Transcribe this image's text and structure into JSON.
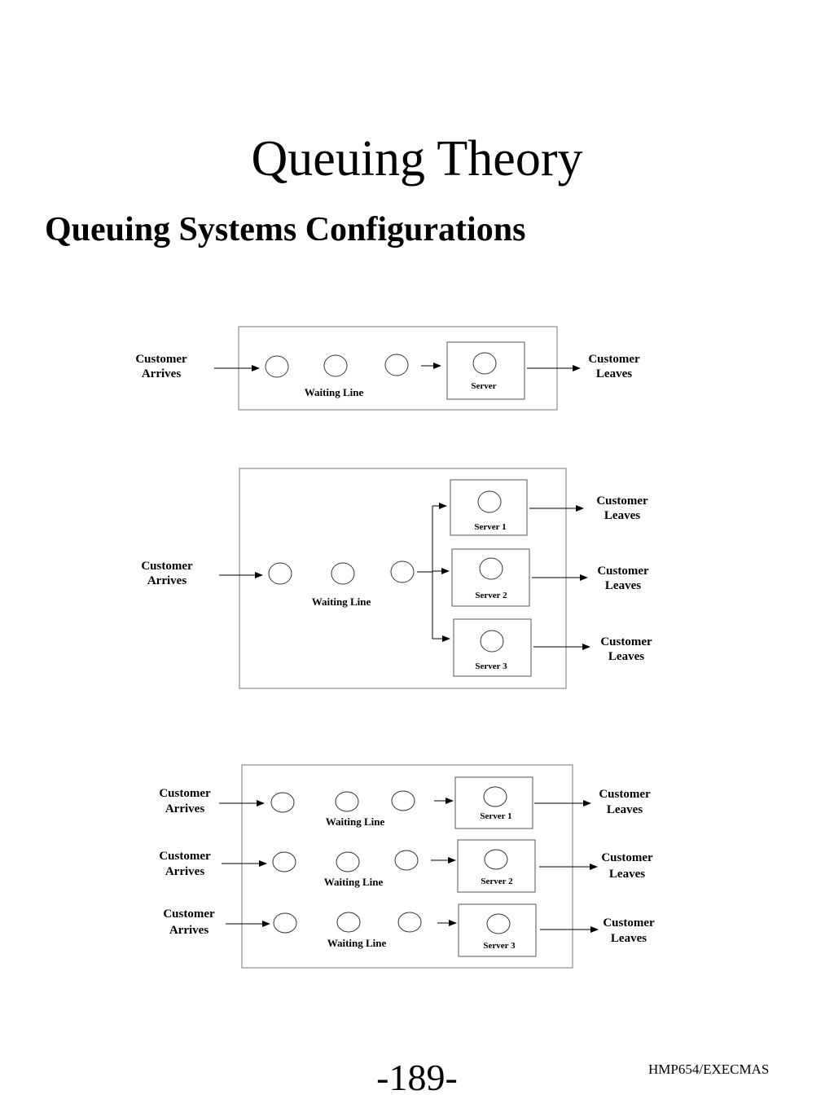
{
  "header": {
    "title": "Queuing Theory",
    "subtitle": "Queuing Systems Configurations"
  },
  "labels": {
    "customer": "Customer",
    "arrives": "Arrives",
    "leaves": "Leaves",
    "waiting_line": "Waiting Line",
    "server": "Server",
    "server_1": "Server 1",
    "server_2": "Server 2",
    "server_3": "Server 3"
  },
  "footer": {
    "page_number": "-189-",
    "course_code": "HMP654/EXECMAS"
  }
}
